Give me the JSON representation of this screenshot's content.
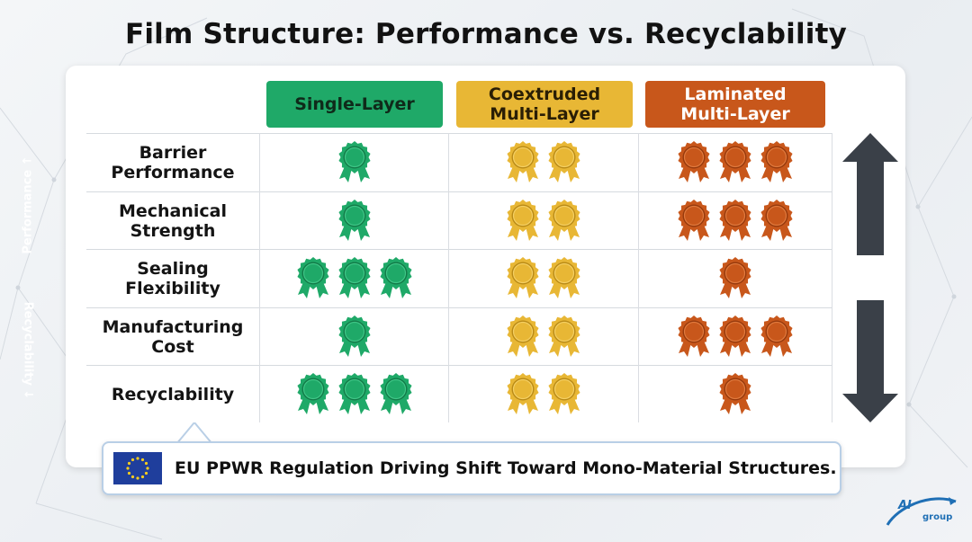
{
  "title": "Film Structure: Performance vs. Recyclability",
  "columns": [
    {
      "label": "Single-Layer",
      "color": "#1fa968"
    },
    {
      "label": "Coextruded\nMulti-Layer",
      "color": "#e8b735"
    },
    {
      "label": "Laminated\nMulti-Layer",
      "color": "#c8571b"
    }
  ],
  "rows": [
    {
      "label": "Barrier\nPerformance",
      "ratings": [
        1,
        2,
        3
      ]
    },
    {
      "label": "Mechanical\nStrength",
      "ratings": [
        1,
        2,
        3
      ]
    },
    {
      "label": "Sealing\nFlexibility",
      "ratings": [
        3,
        2,
        1
      ]
    },
    {
      "label": "Manufacturing\nCost",
      "ratings": [
        1,
        2,
        3
      ]
    },
    {
      "label": "Recyclability",
      "ratings": [
        3,
        2,
        1
      ]
    }
  ],
  "axis": {
    "performance_label": "Performance ↑",
    "recyclability_label": "Recyclability ↓"
  },
  "callout": {
    "text": "EU PPWR Regulation Driving Shift Toward Mono-Material Structures."
  },
  "logo": {
    "text_a": "AI",
    "text_b": "group"
  },
  "colors": {
    "green": "#1fa968",
    "gold": "#e8b735",
    "orange": "#c8571b",
    "arrow": "#3a4048"
  }
}
